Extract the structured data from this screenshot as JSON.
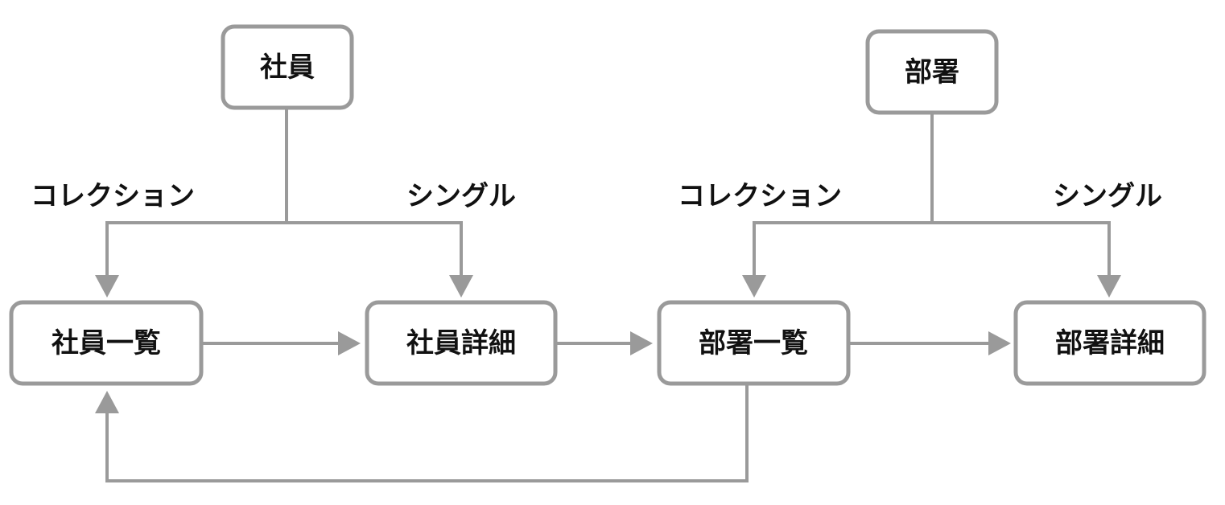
{
  "nodes": {
    "employee": "社員",
    "department": "部署",
    "employee_list": "社員一覧",
    "employee_detail": "社員詳細",
    "department_list": "部署一覧",
    "department_detail": "部署詳細"
  },
  "edge_labels": {
    "employee_collection": "コレクション",
    "employee_single": "シングル",
    "department_collection": "コレクション",
    "department_single": "シングル"
  }
}
